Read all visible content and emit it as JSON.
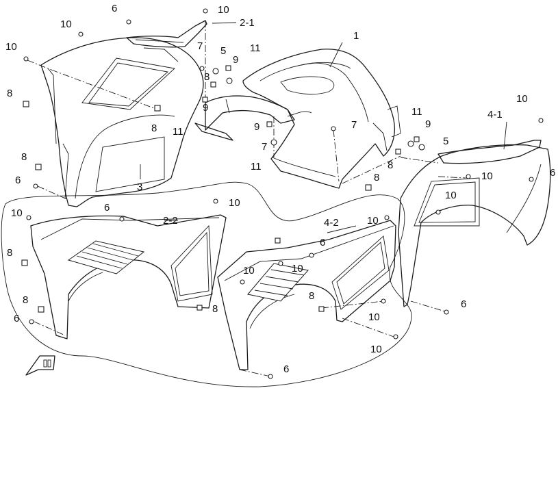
{
  "diagram": {
    "labels": {
      "l1": "1",
      "l2_1": "2-1",
      "l2_2": "2-2",
      "l3": "3",
      "l4_1": "4-1",
      "l4_2": "4-2",
      "l5a": "5",
      "l5b": "5",
      "l6a": "6",
      "l6b": "6",
      "l6c": "6",
      "l6d": "6",
      "l6e": "6",
      "l6f": "6",
      "l6g": "6",
      "l7a": "7",
      "l7b": "7",
      "l7c": "7",
      "l8a": "8",
      "l8b": "8",
      "l8c": "8",
      "l8d": "8",
      "l8e": "8",
      "l8f": "8",
      "l8g": "8",
      "l8h": "8",
      "l8i": "8",
      "l8j": "8",
      "l9a": "9",
      "l9b": "9",
      "l9c": "9",
      "l9d": "9",
      "l10a": "10",
      "l10b": "10",
      "l10c": "10",
      "l10d": "10",
      "l10e": "10",
      "l10f": "10",
      "l10g": "10",
      "l10h": "10",
      "l10i": "10",
      "l10j": "10",
      "l10k": "10",
      "l11a": "11",
      "l11b": "11",
      "l11c": "11",
      "l11d": "11"
    },
    "colors": {
      "line": "#1a1a1a",
      "background": "#ffffff"
    },
    "icons": {
      "front_arrow": "arrow-front-indicator-icon"
    }
  }
}
